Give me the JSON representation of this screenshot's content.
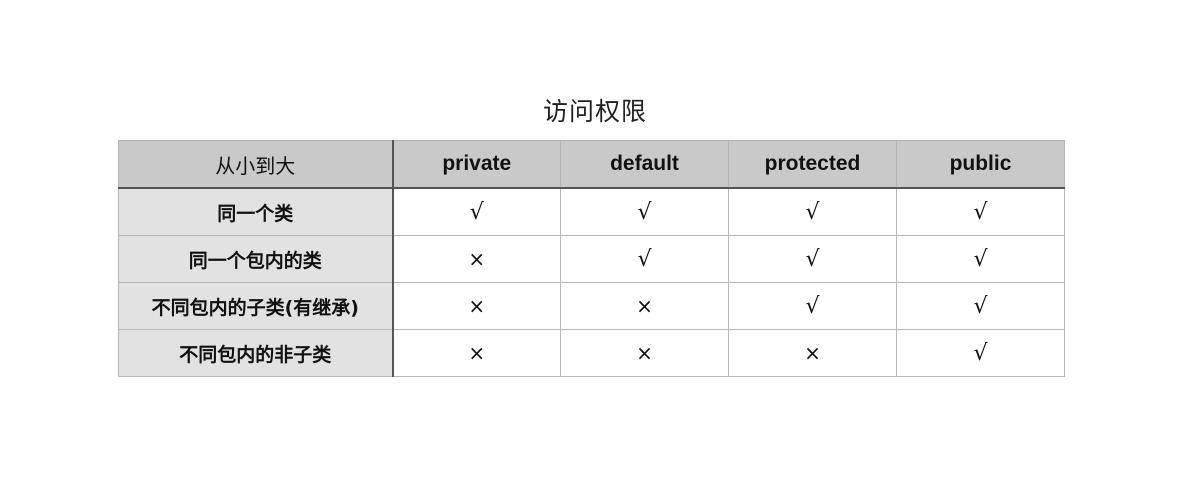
{
  "title": "访问权限",
  "table": {
    "corner_label": "从小到大",
    "columns": [
      "private",
      "default",
      "protected",
      "public"
    ],
    "rows": [
      {
        "label": "同一个类",
        "cells": [
          "√",
          "√",
          "√",
          "√"
        ]
      },
      {
        "label": "同一个包内的类",
        "cells": [
          "×",
          "√",
          "√",
          "√"
        ]
      },
      {
        "label": "不同包内的子类(有继承)",
        "cells": [
          "×",
          "×",
          "√",
          "√"
        ]
      },
      {
        "label": "不同包内的非子类",
        "cells": [
          "×",
          "×",
          "×",
          "√"
        ]
      }
    ]
  },
  "colors": {
    "header_bg": "#c9c9c9",
    "row_header_bg": "#e2e2e2",
    "border": "#b7b7b7"
  }
}
